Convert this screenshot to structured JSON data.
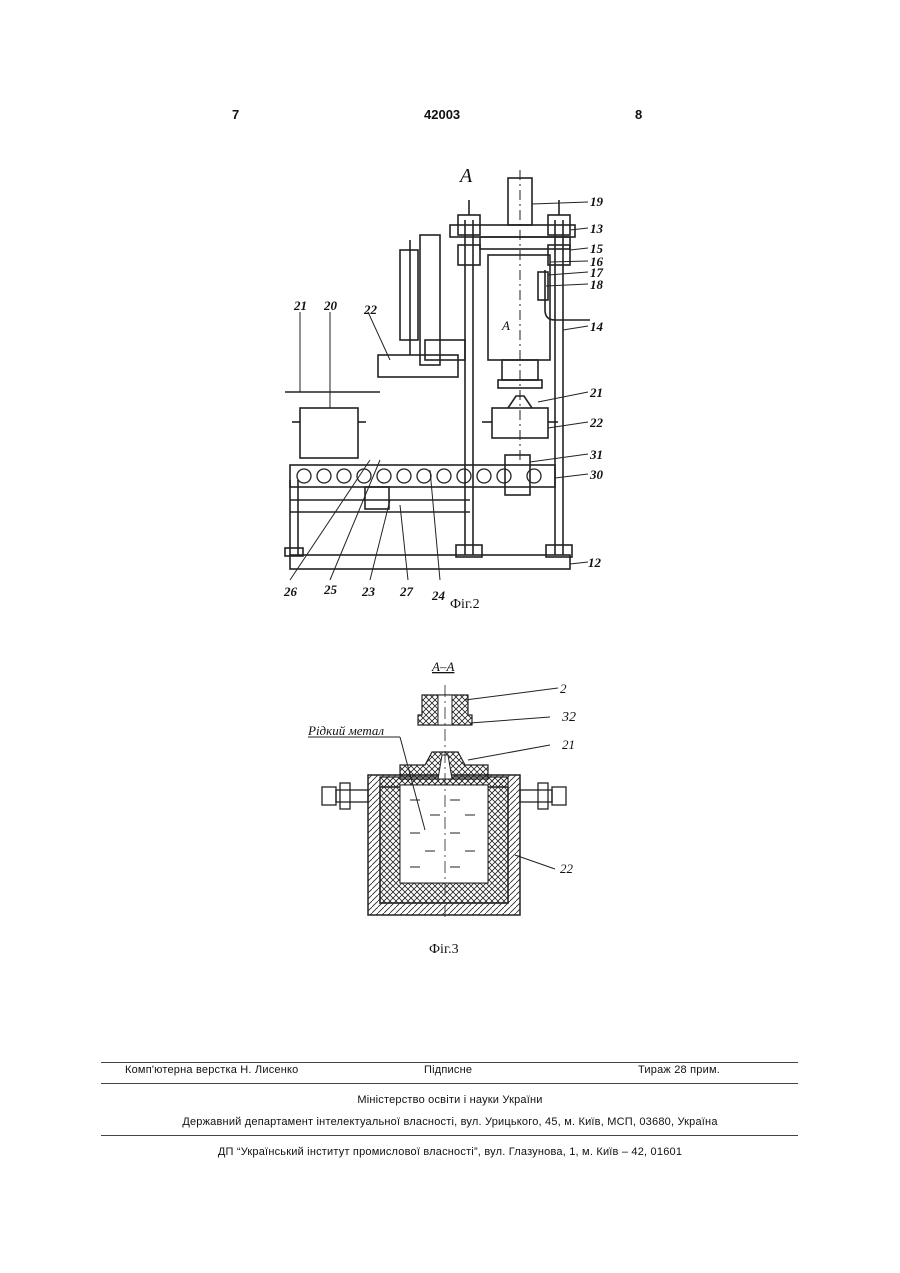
{
  "header": {
    "page_left": "7",
    "patent_number": "42003",
    "page_right": "8"
  },
  "figure2": {
    "view_label": "A",
    "section_mark": "A",
    "caption": "Фіг.2",
    "callouts": [
      "19",
      "13",
      "15",
      "16",
      "17",
      "18",
      "14",
      "21",
      "22",
      "20",
      "21",
      "22",
      "31",
      "30",
      "12",
      "26",
      "25",
      "23",
      "27",
      "24"
    ]
  },
  "figure3": {
    "section_title": "A–A",
    "liquid_metal_label": "Рідкий метал",
    "callouts": [
      "2",
      "32",
      "21",
      "22"
    ],
    "caption": "Фіг.3"
  },
  "footer": {
    "layout_credit": "Комп'ютерна верстка Н. Лисенко",
    "signed": "Підписне",
    "circulation": "Тираж 28 прим.",
    "ministry": "Міністерство освіти і науки України",
    "department": "Державний департамент інтелектуальної власності, вул. Урицького, 45, м. Київ, МСП, 03680, Україна",
    "institute": "ДП “Український інститут промислової власності”, вул. Глазунова, 1, м. Київ – 42, 01601"
  }
}
